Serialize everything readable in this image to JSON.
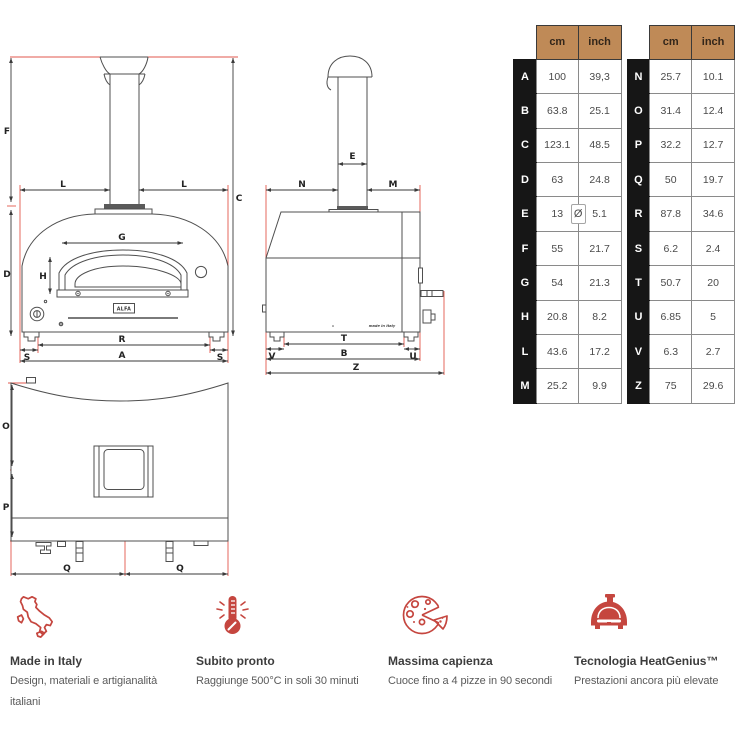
{
  "diagram_labels": {
    "front": {
      "F": "F",
      "L_left": "L",
      "L_right": "L",
      "C": "C",
      "G": "G",
      "H": "H",
      "D": "D",
      "R": "R",
      "S_left": "S",
      "S_right": "S",
      "A": "A",
      "logo": "ALFA"
    },
    "side": {
      "E": "E",
      "N": "N",
      "M": "M",
      "T": "T",
      "V": "V",
      "U": "U",
      "B": "B",
      "Z": "Z",
      "made_in": "made in Italy"
    },
    "rear": {
      "O": "O",
      "P": "P",
      "Q_left": "Q",
      "Q_right": "Q"
    }
  },
  "table": {
    "headers": {
      "cm": "cm",
      "inch": "inch"
    },
    "diameter_symbol": "Ø",
    "left_rows": [
      {
        "letter": "A",
        "cm": "100",
        "inch": "39,3"
      },
      {
        "letter": "B",
        "cm": "63.8",
        "inch": "25.1"
      },
      {
        "letter": "C",
        "cm": "123.1",
        "inch": "48.5"
      },
      {
        "letter": "D",
        "cm": "63",
        "inch": "24.8"
      },
      {
        "letter": "E",
        "cm": "13",
        "inch": "5.1",
        "diameter": true
      },
      {
        "letter": "F",
        "cm": "55",
        "inch": "21.7"
      },
      {
        "letter": "G",
        "cm": "54",
        "inch": "21.3"
      },
      {
        "letter": "H",
        "cm": "20.8",
        "inch": "8.2"
      },
      {
        "letter": "L",
        "cm": "43.6",
        "inch": "17.2"
      },
      {
        "letter": "M",
        "cm": "25.2",
        "inch": "9.9"
      }
    ],
    "right_rows": [
      {
        "letter": "N",
        "cm": "25.7",
        "inch": "10.1"
      },
      {
        "letter": "O",
        "cm": "31.4",
        "inch": "12.4"
      },
      {
        "letter": "P",
        "cm": "32.2",
        "inch": "12.7"
      },
      {
        "letter": "Q",
        "cm": "50",
        "inch": "19.7"
      },
      {
        "letter": "R",
        "cm": "87.8",
        "inch": "34.6"
      },
      {
        "letter": "S",
        "cm": "6.2",
        "inch": "2.4"
      },
      {
        "letter": "T",
        "cm": "50.7",
        "inch": "20"
      },
      {
        "letter": "U",
        "cm": "6.85",
        "inch": "5"
      },
      {
        "letter": "V",
        "cm": "6.3",
        "inch": "2.7"
      },
      {
        "letter": "Z",
        "cm": "75",
        "inch": "29.6"
      }
    ]
  },
  "features": [
    {
      "icon": "italy-map-icon",
      "title": "Made in Italy",
      "description": "Design, materiali e artigianalità italiani"
    },
    {
      "icon": "thermometer-icon",
      "title": "Subito pronto",
      "description": "Raggiunge 500°C in soli 30 minuti"
    },
    {
      "icon": "pizza-icon",
      "title": "Massima capienza",
      "description": "Cuoce fino a 4 pizze in 90 secondi"
    },
    {
      "icon": "oven-icon",
      "title": "Tecnologia HeatGenius™",
      "description": "Prestazioni ancora più elevate"
    }
  ],
  "colors": {
    "accent_red": "#c5463f",
    "dim_red": "#e2574c",
    "table_header_bg": "#bf8a57",
    "table_letter_bg": "#161616",
    "line_gray": "#4f4f4f"
  }
}
